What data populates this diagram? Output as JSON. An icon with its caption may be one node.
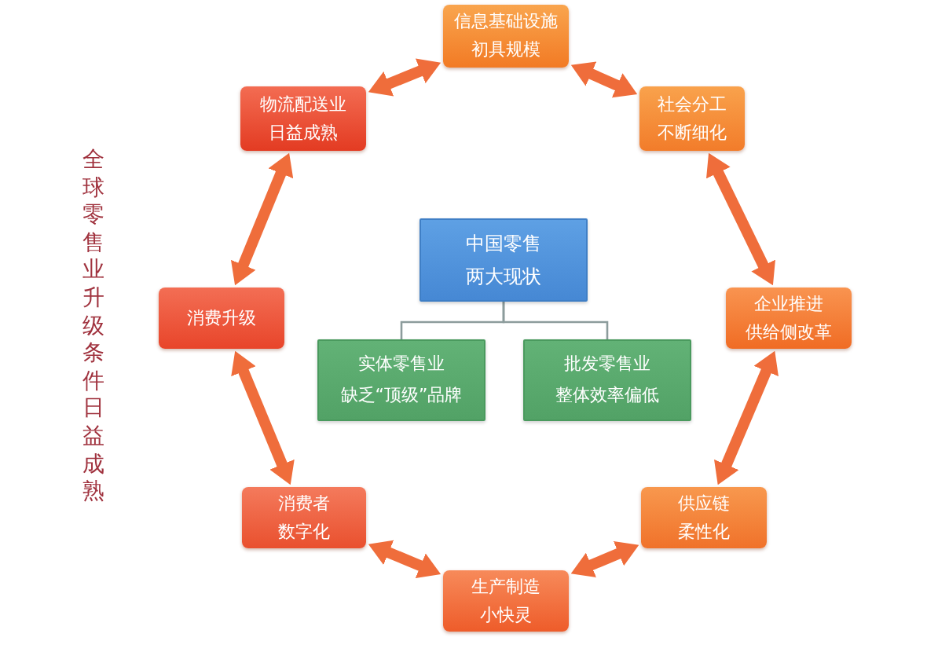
{
  "diagram": {
    "title": "全球零售业升级条件日益成熟",
    "nodes": [
      {
        "text": [
          "信息基础设施",
          "初具规模"
        ]
      },
      {
        "text": [
          "物流配送业",
          "日益成熟"
        ]
      },
      {
        "text": [
          "社会分工",
          "不断细化"
        ]
      },
      {
        "text": [
          "中国零售",
          "两大现状"
        ]
      },
      {
        "text": [
          "消费升级"
        ]
      },
      {
        "text": [
          "企业推进",
          "供给侧改革"
        ]
      },
      {
        "text": [
          "实体零售业",
          "缺乏“顶级”品牌"
        ]
      },
      {
        "text": [
          "批发零售业",
          "整体效率偏低"
        ]
      },
      {
        "text": [
          "消费者",
          "数字化"
        ]
      },
      {
        "text": [
          "供应链",
          "柔性化"
        ]
      },
      {
        "text": [
          "生产制造",
          "小快灵"
        ]
      }
    ],
    "edges": [
      {
        "from": 1,
        "to": 0,
        "arrow": "both"
      },
      {
        "from": 0,
        "to": 2,
        "arrow": "both"
      },
      {
        "from": 2,
        "to": 5,
        "arrow": "both"
      },
      {
        "from": 5,
        "to": 9,
        "arrow": "both"
      },
      {
        "from": 9,
        "to": 10,
        "arrow": "both"
      },
      {
        "from": 10,
        "to": 8,
        "arrow": "both"
      },
      {
        "from": 8,
        "to": 4,
        "arrow": "both"
      },
      {
        "from": 4,
        "to": 1,
        "arrow": "both"
      },
      {
        "from": 3,
        "to": 6,
        "arrow": "none",
        "color": "#8c9c9c"
      },
      {
        "from": 3,
        "to": 7,
        "arrow": "none",
        "color": "#8c9c9c"
      }
    ]
  }
}
